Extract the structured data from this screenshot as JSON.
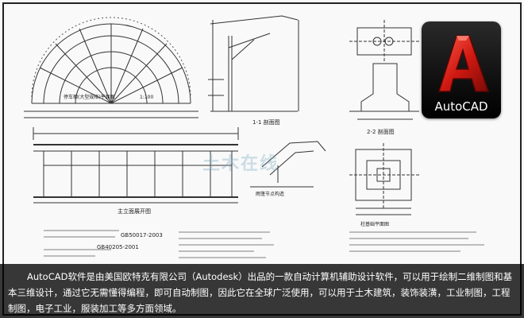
{
  "logo": {
    "text": "AutoCAD"
  },
  "caption": {
    "text": "AutoCAD软件是由美国欧特克有限公司（Autodesk）出品的一款自动计算机辅助设计软件，可以用于绘制二维制图和基本三维设计，通过它无需懂得编程，即可自动制图，因此它在全球广泛使用，可以用于土木建筑，装饰装潢，工业制图，工程制图，电子工业，服装加工等多方面领域。"
  },
  "watermark": {
    "text": "土木在线"
  },
  "drawing": {
    "arch_plan_title": "停车棚(大型规格)平面图",
    "arch_plan_scale": "1:100",
    "section_1_label": "1-1 剖面图",
    "section_2_label": "2-2 剖面图",
    "elevation_title": "主立面展开图",
    "detail_title": "雨篷节点构造",
    "foundation_title": "柱基础平面图",
    "notes_1": "GB50017-2003",
    "notes_2": "GB40205-2001"
  }
}
